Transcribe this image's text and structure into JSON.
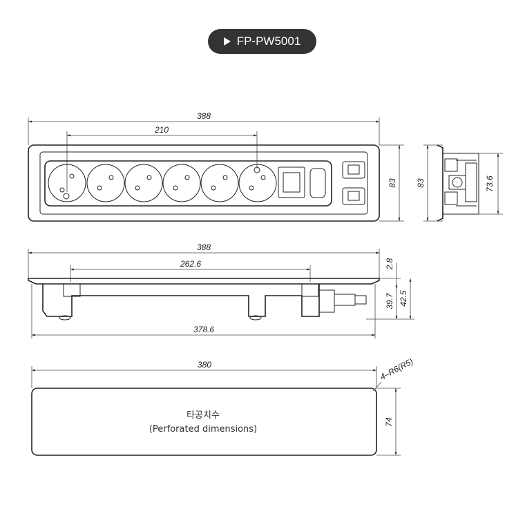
{
  "badge": {
    "label": "FP-PW5001",
    "icon": "play-triangle-icon"
  },
  "top_view": {
    "width_dim": "388",
    "spacing_dim": "210",
    "height_dim": "83"
  },
  "side_view": {
    "height_dim": "83",
    "depth_dim": "73.6"
  },
  "front_view": {
    "width_dim": "388",
    "inner_dim": "262.6",
    "bottom_dim": "378.6",
    "flange_dim": "2.8",
    "height_dim_a": "39.7",
    "height_dim_b": "42.5"
  },
  "cutout": {
    "width_dim": "380",
    "height_dim": "74",
    "radius_note": "4–R6(R5)",
    "label_ko": "타공치수",
    "label_en": "(Perforated dimensions)"
  }
}
